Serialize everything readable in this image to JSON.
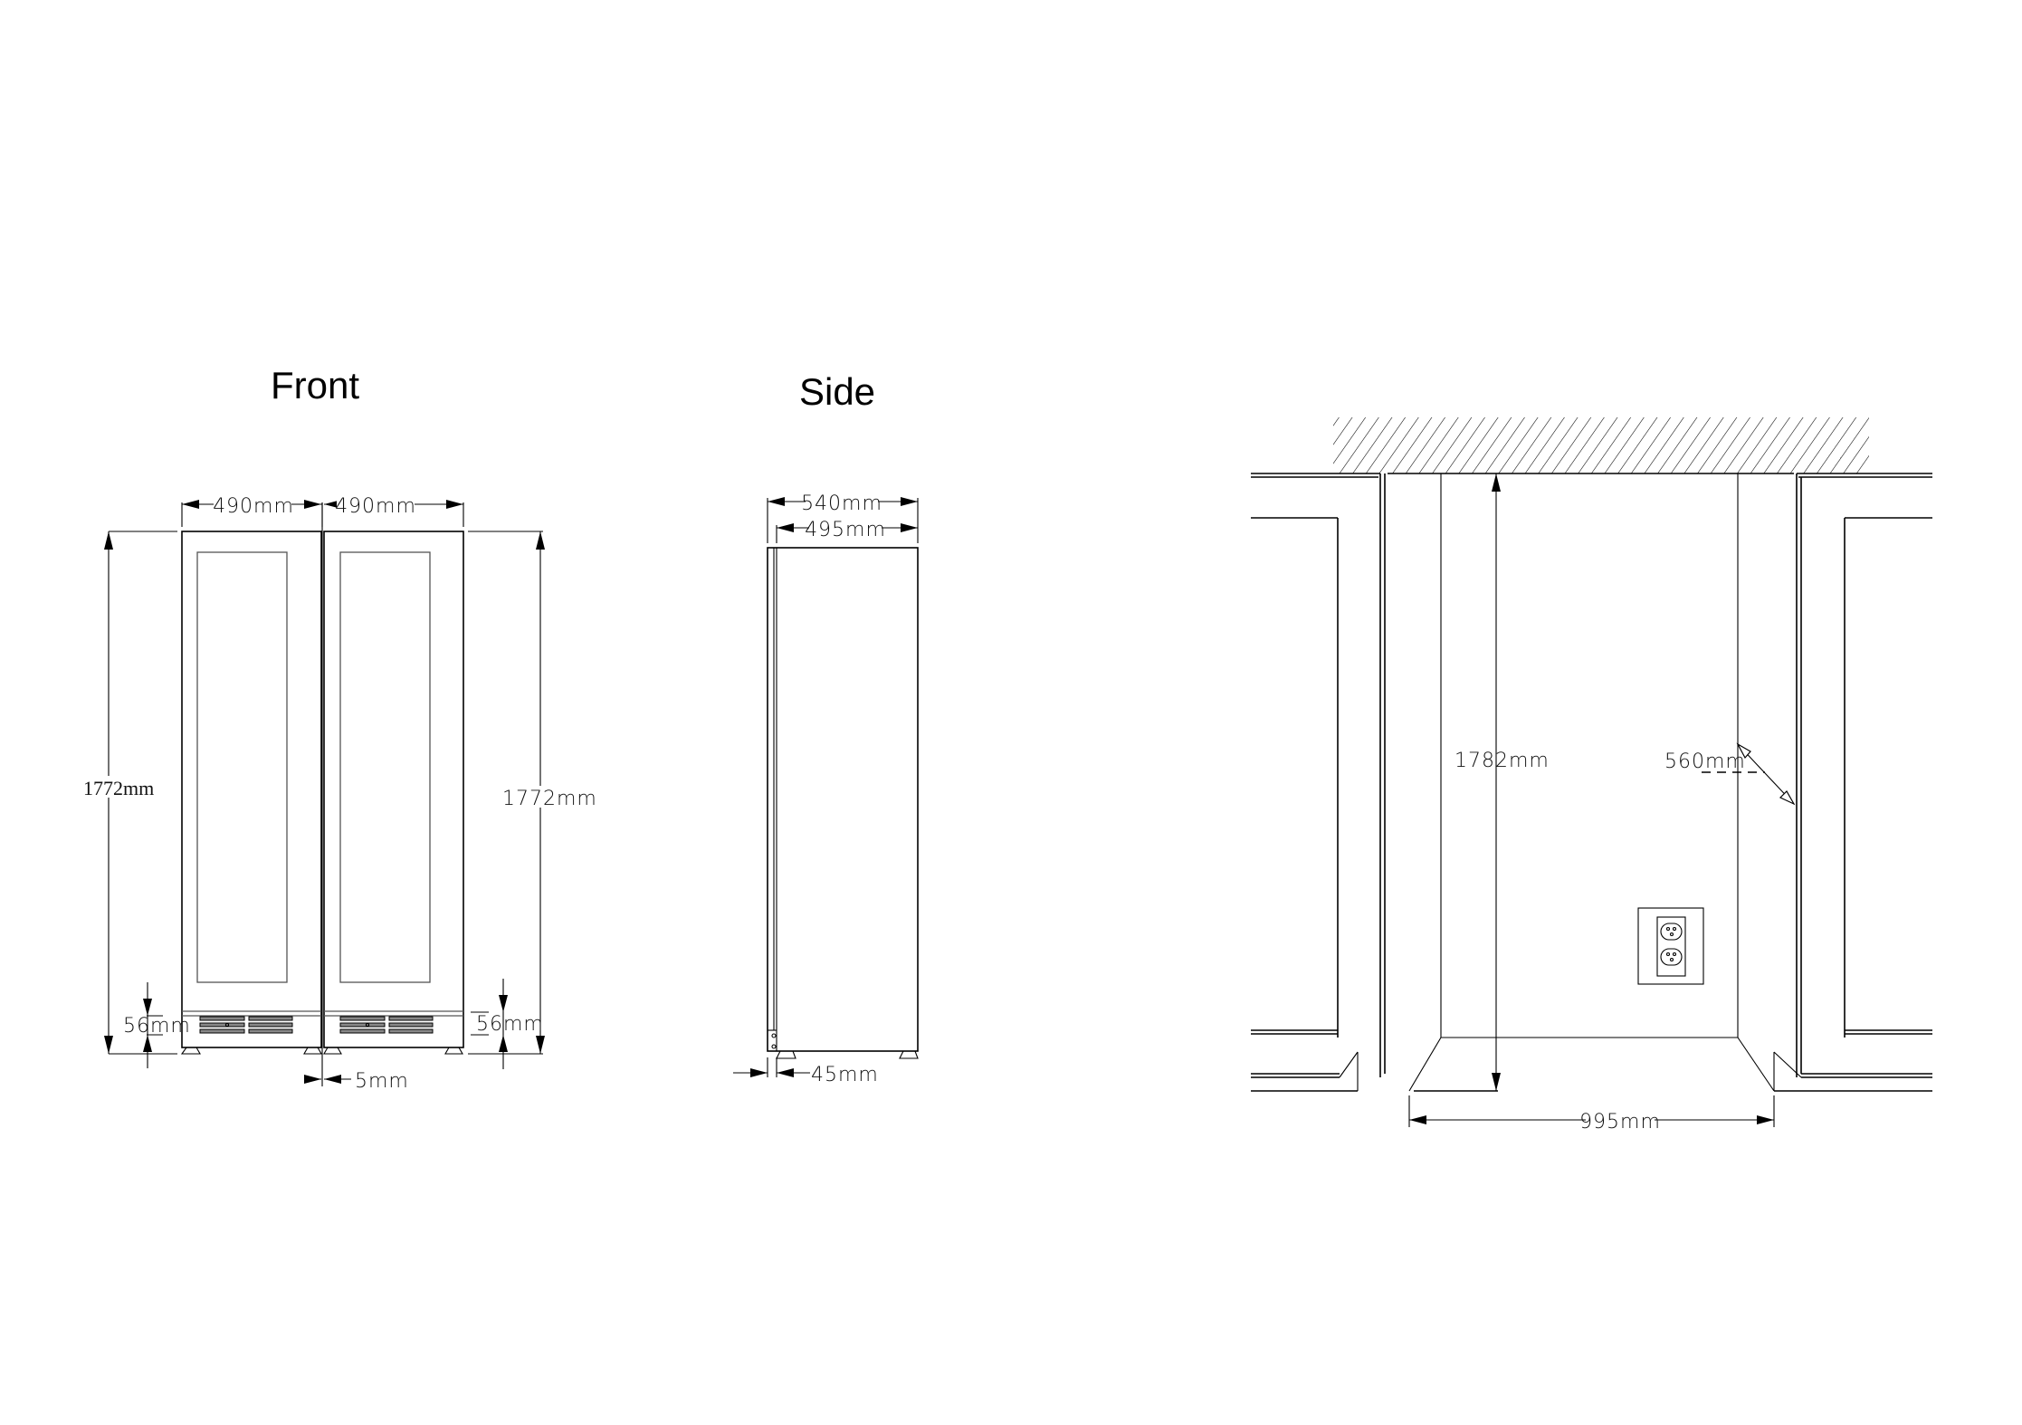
{
  "views": {
    "front": {
      "title": "Front",
      "width_left": "490mm",
      "width_right": "490mm",
      "height_left": "1772mm",
      "height_right": "1772mm",
      "base_left": "56mm",
      "base_right": "56mm",
      "gap": "5mm"
    },
    "side": {
      "title": "Side",
      "depth_total": "540mm",
      "depth_cabinet": "495mm",
      "door_offset": "45mm"
    },
    "installation": {
      "niche_height": "1782mm",
      "door_swing": "560mm",
      "niche_width": "995mm",
      "outlet": "double-power-outlet"
    }
  },
  "colors": {
    "line": "#000000",
    "background": "#ffffff",
    "vent_fill": "#888888"
  }
}
